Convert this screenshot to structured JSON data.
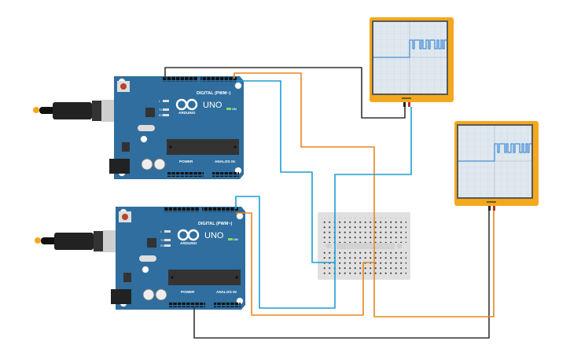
{
  "arduinos": [
    {
      "id": "arduino-1",
      "digital_label": "DIGITAL (PWM~)",
      "model": "UNO",
      "brand": "ARDUINO",
      "power_label": "POWER",
      "analog_label": "ANALOG IN",
      "on_label": "ON",
      "led_labels": [
        "L",
        "TX",
        "RX"
      ]
    },
    {
      "id": "arduino-2",
      "digital_label": "DIGITAL (PWM~)",
      "model": "UNO",
      "brand": "ARDUINO",
      "power_label": "POWER",
      "analog_label": "ANALOG IN",
      "on_label": "ON",
      "led_labels": [
        "L",
        "TX",
        "RX"
      ]
    }
  ],
  "colors": {
    "board": "#2f6e9e",
    "scope": "#f3a81e",
    "wire_black": "#333333",
    "wire_orange": "#e8861e",
    "wire_blue": "#1a9ed4",
    "trace": "#4a90d9"
  }
}
